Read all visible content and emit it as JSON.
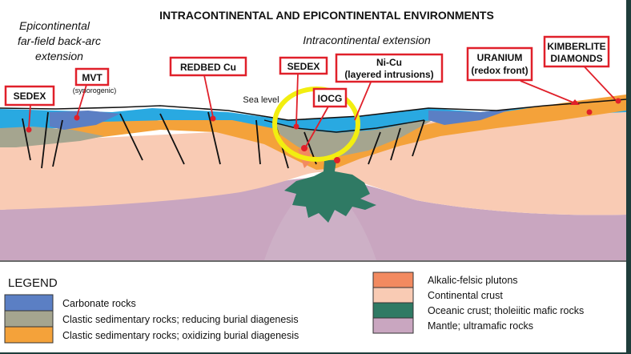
{
  "title": "INTRACONTINENTAL AND EPICONTINENTAL ENVIRONMENTS",
  "regions": {
    "left_line1": "Epicontinental",
    "left_line2": "far-field  back-arc",
    "left_line3": "extension",
    "center": "Intracontinental  extension",
    "sea_level": "Sea level"
  },
  "deposits": {
    "sedex_left": "SEDEX",
    "mvt": "MVT",
    "mvt_note": "(synorogenic)",
    "redbed": "REDBED Cu",
    "sedex_center": "SEDEX",
    "nicu_line1": "Ni-Cu",
    "nicu_line2": "(layered intrusions)",
    "iocg": "IOCG",
    "uranium_line1": "URANIUM",
    "uranium_line2": "(redox front)",
    "kimberlite_line1": "KIMBERLITE",
    "kimberlite_line2": "DIAMONDS"
  },
  "legend": {
    "title": "LEGEND",
    "items": [
      {
        "label": "Carbonate rocks",
        "color": "#5b7fc4"
      },
      {
        "label": "Clastic sedimentary rocks; reducing burial diagenesis",
        "color": "#a5a58f"
      },
      {
        "label": "Clastic sedimentary rocks; oxidizing burial diagenesis",
        "color": "#f4a23a"
      },
      {
        "label": "Alkalic-felsic plutons",
        "color": "#f28a60"
      },
      {
        "label": "Continental crust",
        "color": "#f9cbb4"
      },
      {
        "label": "Oceanic crust; tholeiitic mafic rocks",
        "color": "#2f7a64"
      },
      {
        "label": "Mantle; ultramafic rocks",
        "color": "#c9a6c0"
      }
    ]
  },
  "colors": {
    "sea": "#29a9e1",
    "box_border": "#e0202a",
    "highlight": "#f2ee10",
    "marker": "#e0202a"
  }
}
